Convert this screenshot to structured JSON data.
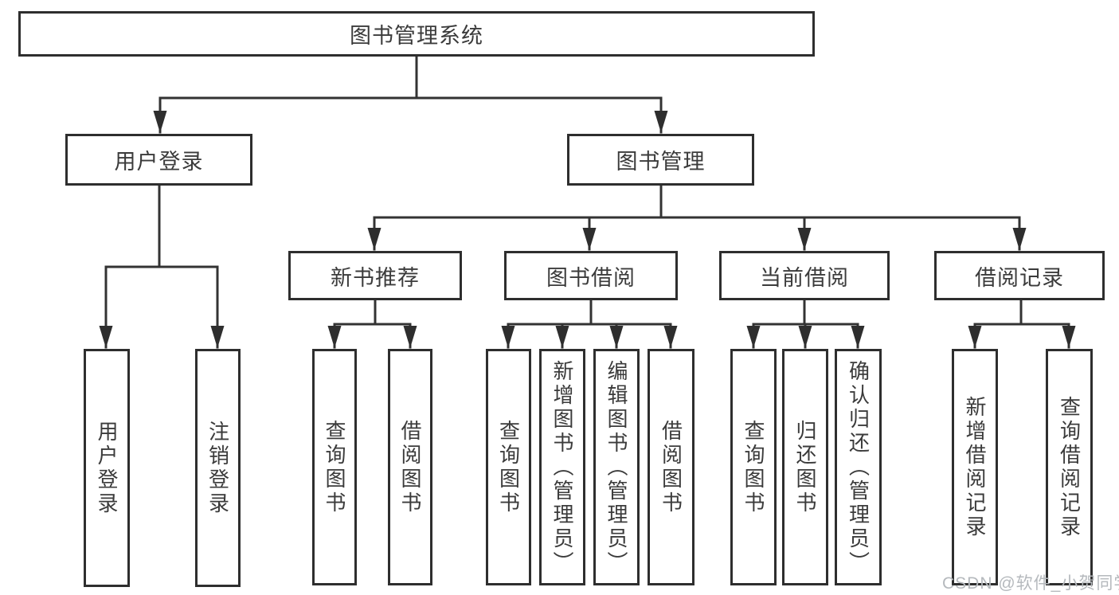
{
  "diagram_title": "图书管理系统",
  "watermark": "CSDN @软件_小贺同学",
  "colors": {
    "line": "#333333",
    "box_border": "#2e2e2e",
    "box_fill": "#ffffff",
    "text": "#3b3b3b",
    "watermark": "#b5b9bd",
    "background": "#ffffff"
  },
  "tree": {
    "label": "图书管理系统",
    "children": [
      {
        "label": "用户登录",
        "children": [
          {
            "label": "用户登录"
          },
          {
            "label": "注销登录"
          }
        ]
      },
      {
        "label": "图书管理",
        "children": [
          {
            "label": "新书推荐",
            "children": [
              {
                "label": "查询图书"
              },
              {
                "label": "借阅图书"
              }
            ]
          },
          {
            "label": "图书借阅",
            "children": [
              {
                "label": "查询图书"
              },
              {
                "label": "新增图书（管理员）"
              },
              {
                "label": "编辑图书（管理员）"
              },
              {
                "label": "借阅图书"
              }
            ]
          },
          {
            "label": "当前借阅",
            "children": [
              {
                "label": "查询图书"
              },
              {
                "label": "归还图书"
              },
              {
                "label": "确认归还（管理员）"
              }
            ]
          },
          {
            "label": "借阅记录",
            "children": [
              {
                "label": "新增借阅记录"
              },
              {
                "label": "查询借阅记录"
              }
            ]
          }
        ]
      }
    ]
  }
}
